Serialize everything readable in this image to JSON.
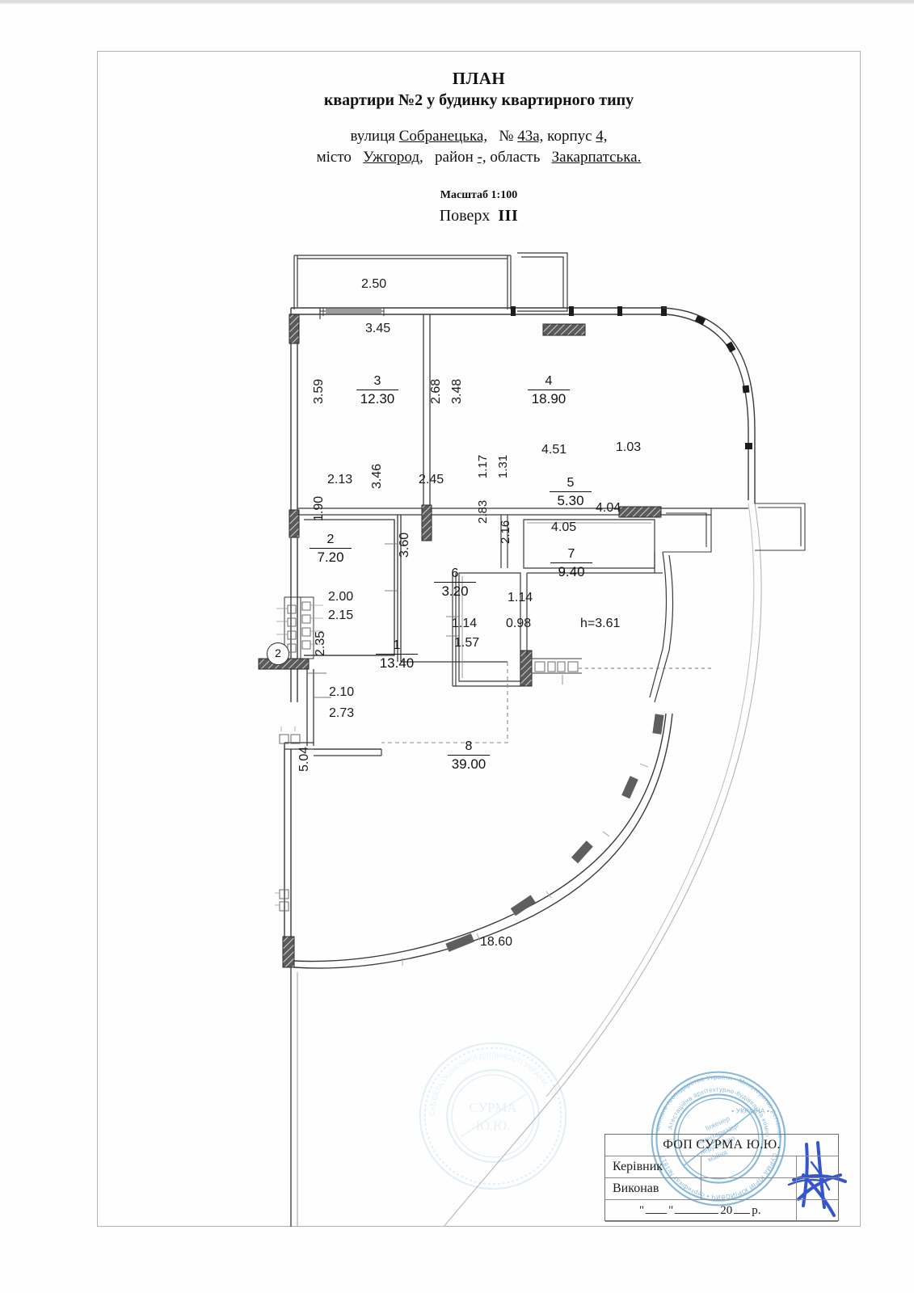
{
  "document": {
    "title_main": "ПЛАН",
    "title_sub": "квартири №2 у будинку квартирного типу",
    "address_line1_prefix": "вулиця",
    "address_street": "Собранецька,",
    "address_num_label": "№",
    "address_number": "43а,",
    "address_building_label": "корпус",
    "address_building": "4,",
    "address_line2_city_label": "місто",
    "address_city": "Ужгород,",
    "address_district_label": "район",
    "address_district": "-,",
    "address_region_label": "область",
    "address_region": "Закарпатська.",
    "scale": "Масштаб 1:100",
    "floor_label": "Поверх",
    "floor_value": "III"
  },
  "rooms": [
    {
      "id": "1",
      "number": "1",
      "area": "13.40"
    },
    {
      "id": "2",
      "number": "2",
      "area": "7.20"
    },
    {
      "id": "3",
      "number": "3",
      "area": "12.30"
    },
    {
      "id": "4",
      "number": "4",
      "area": "18.90"
    },
    {
      "id": "5",
      "number": "5",
      "area": "5.30"
    },
    {
      "id": "6",
      "number": "6",
      "area": "3.20"
    },
    {
      "id": "7",
      "number": "7",
      "area": "9.40"
    },
    {
      "id": "8",
      "number": "8",
      "area": "39.00"
    }
  ],
  "dimensions": {
    "d_2_50": "2.50",
    "d_3_45": "3.45",
    "d_3_59": "3.59",
    "d_2_68": "2.68",
    "d_3_48": "3.48",
    "d_4_51": "4.51",
    "d_1_03": "1.03",
    "d_2_13": "2.13",
    "d_2_45": "2.45",
    "d_1_17": "1.17",
    "d_1_31": "1.31",
    "d_1_90": "1.90",
    "d_3_46": "3.46",
    "d_4_04": "4.04",
    "d_4_05": "4.05",
    "d_2_83": "2.83",
    "d_2_16": "2.16",
    "d_3_60": "3.60",
    "d_2_00": "2.00",
    "d_2_15": "2.15",
    "d_1_14_a": "1.14",
    "d_1_14_b": "1.14",
    "d_0_98": "0.98",
    "d_1_57": "1.57",
    "d_2_35": "2.35",
    "d_2_10": "2.10",
    "d_2_73": "2.73",
    "d_5_04": "5.04",
    "d_18_60": "18.60",
    "height_note": "h=3.61"
  },
  "axis_marker": {
    "label": "2"
  },
  "signature_block": {
    "firm": "ФОП СУРМА Ю.Ю.",
    "row_manager": "Керівник",
    "row_executor": "Виконав",
    "date_quote_open": "\"",
    "date_quote_close": "\"",
    "date_year_prefix": "20",
    "date_year_suffix": "р."
  },
  "stamps": {
    "faint_color": "#bcd9e8",
    "blue_color": "#4a8fc0",
    "signature_ink_color": "#1a3ec8"
  }
}
